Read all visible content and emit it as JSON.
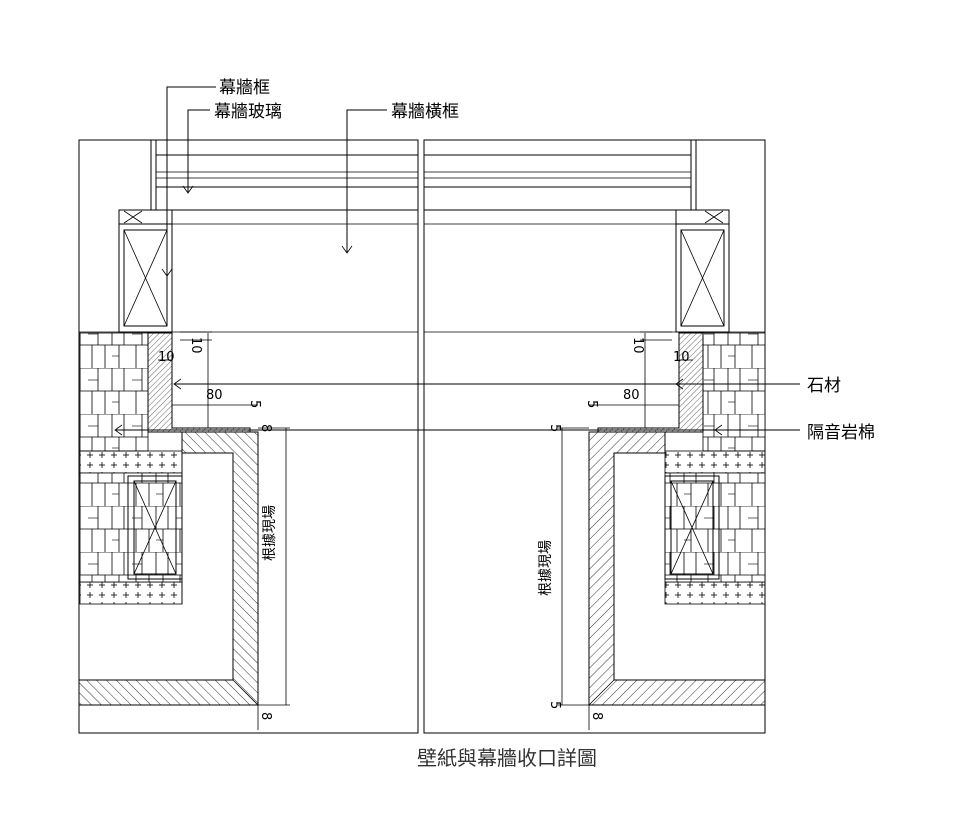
{
  "title": "壁紙與幕牆收口詳圖",
  "callouts": {
    "frame": "幕牆框",
    "glass": "幕牆玻璃",
    "transom": "幕牆橫框",
    "stone": "石材",
    "rockwool": "隔音岩棉"
  },
  "dimensions": {
    "d10": "10",
    "d80": "80",
    "d5": "5",
    "d8": "8",
    "site": "根據現場"
  }
}
